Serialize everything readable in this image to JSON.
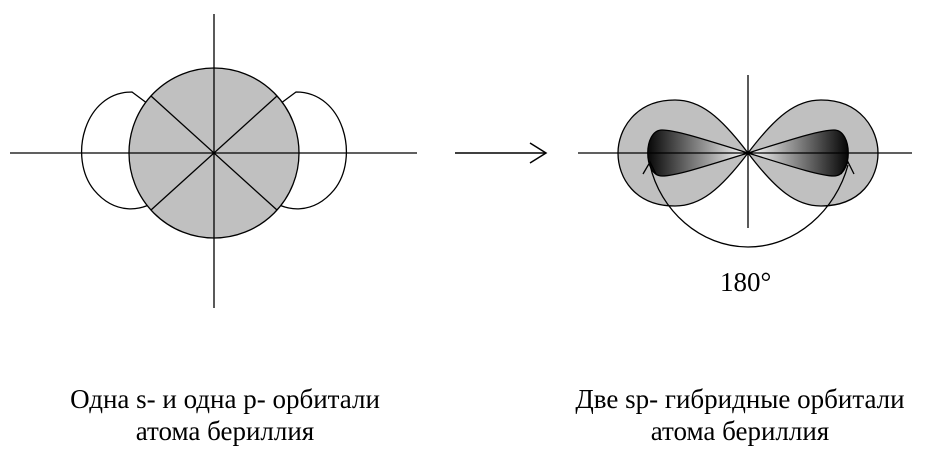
{
  "left_caption": {
    "line1": "Одна s- и одна p- орбитали",
    "line2": "атома бериллия"
  },
  "right_caption": {
    "line1": "Две sp- гибридные орбитали",
    "line2": "атома бериллия"
  },
  "angle_label": "180°",
  "colors": {
    "orbital_fill": "#c0c0c0",
    "stroke": "#000000",
    "gradient_dark": "#000000",
    "gradient_light": "#ffffff"
  }
}
